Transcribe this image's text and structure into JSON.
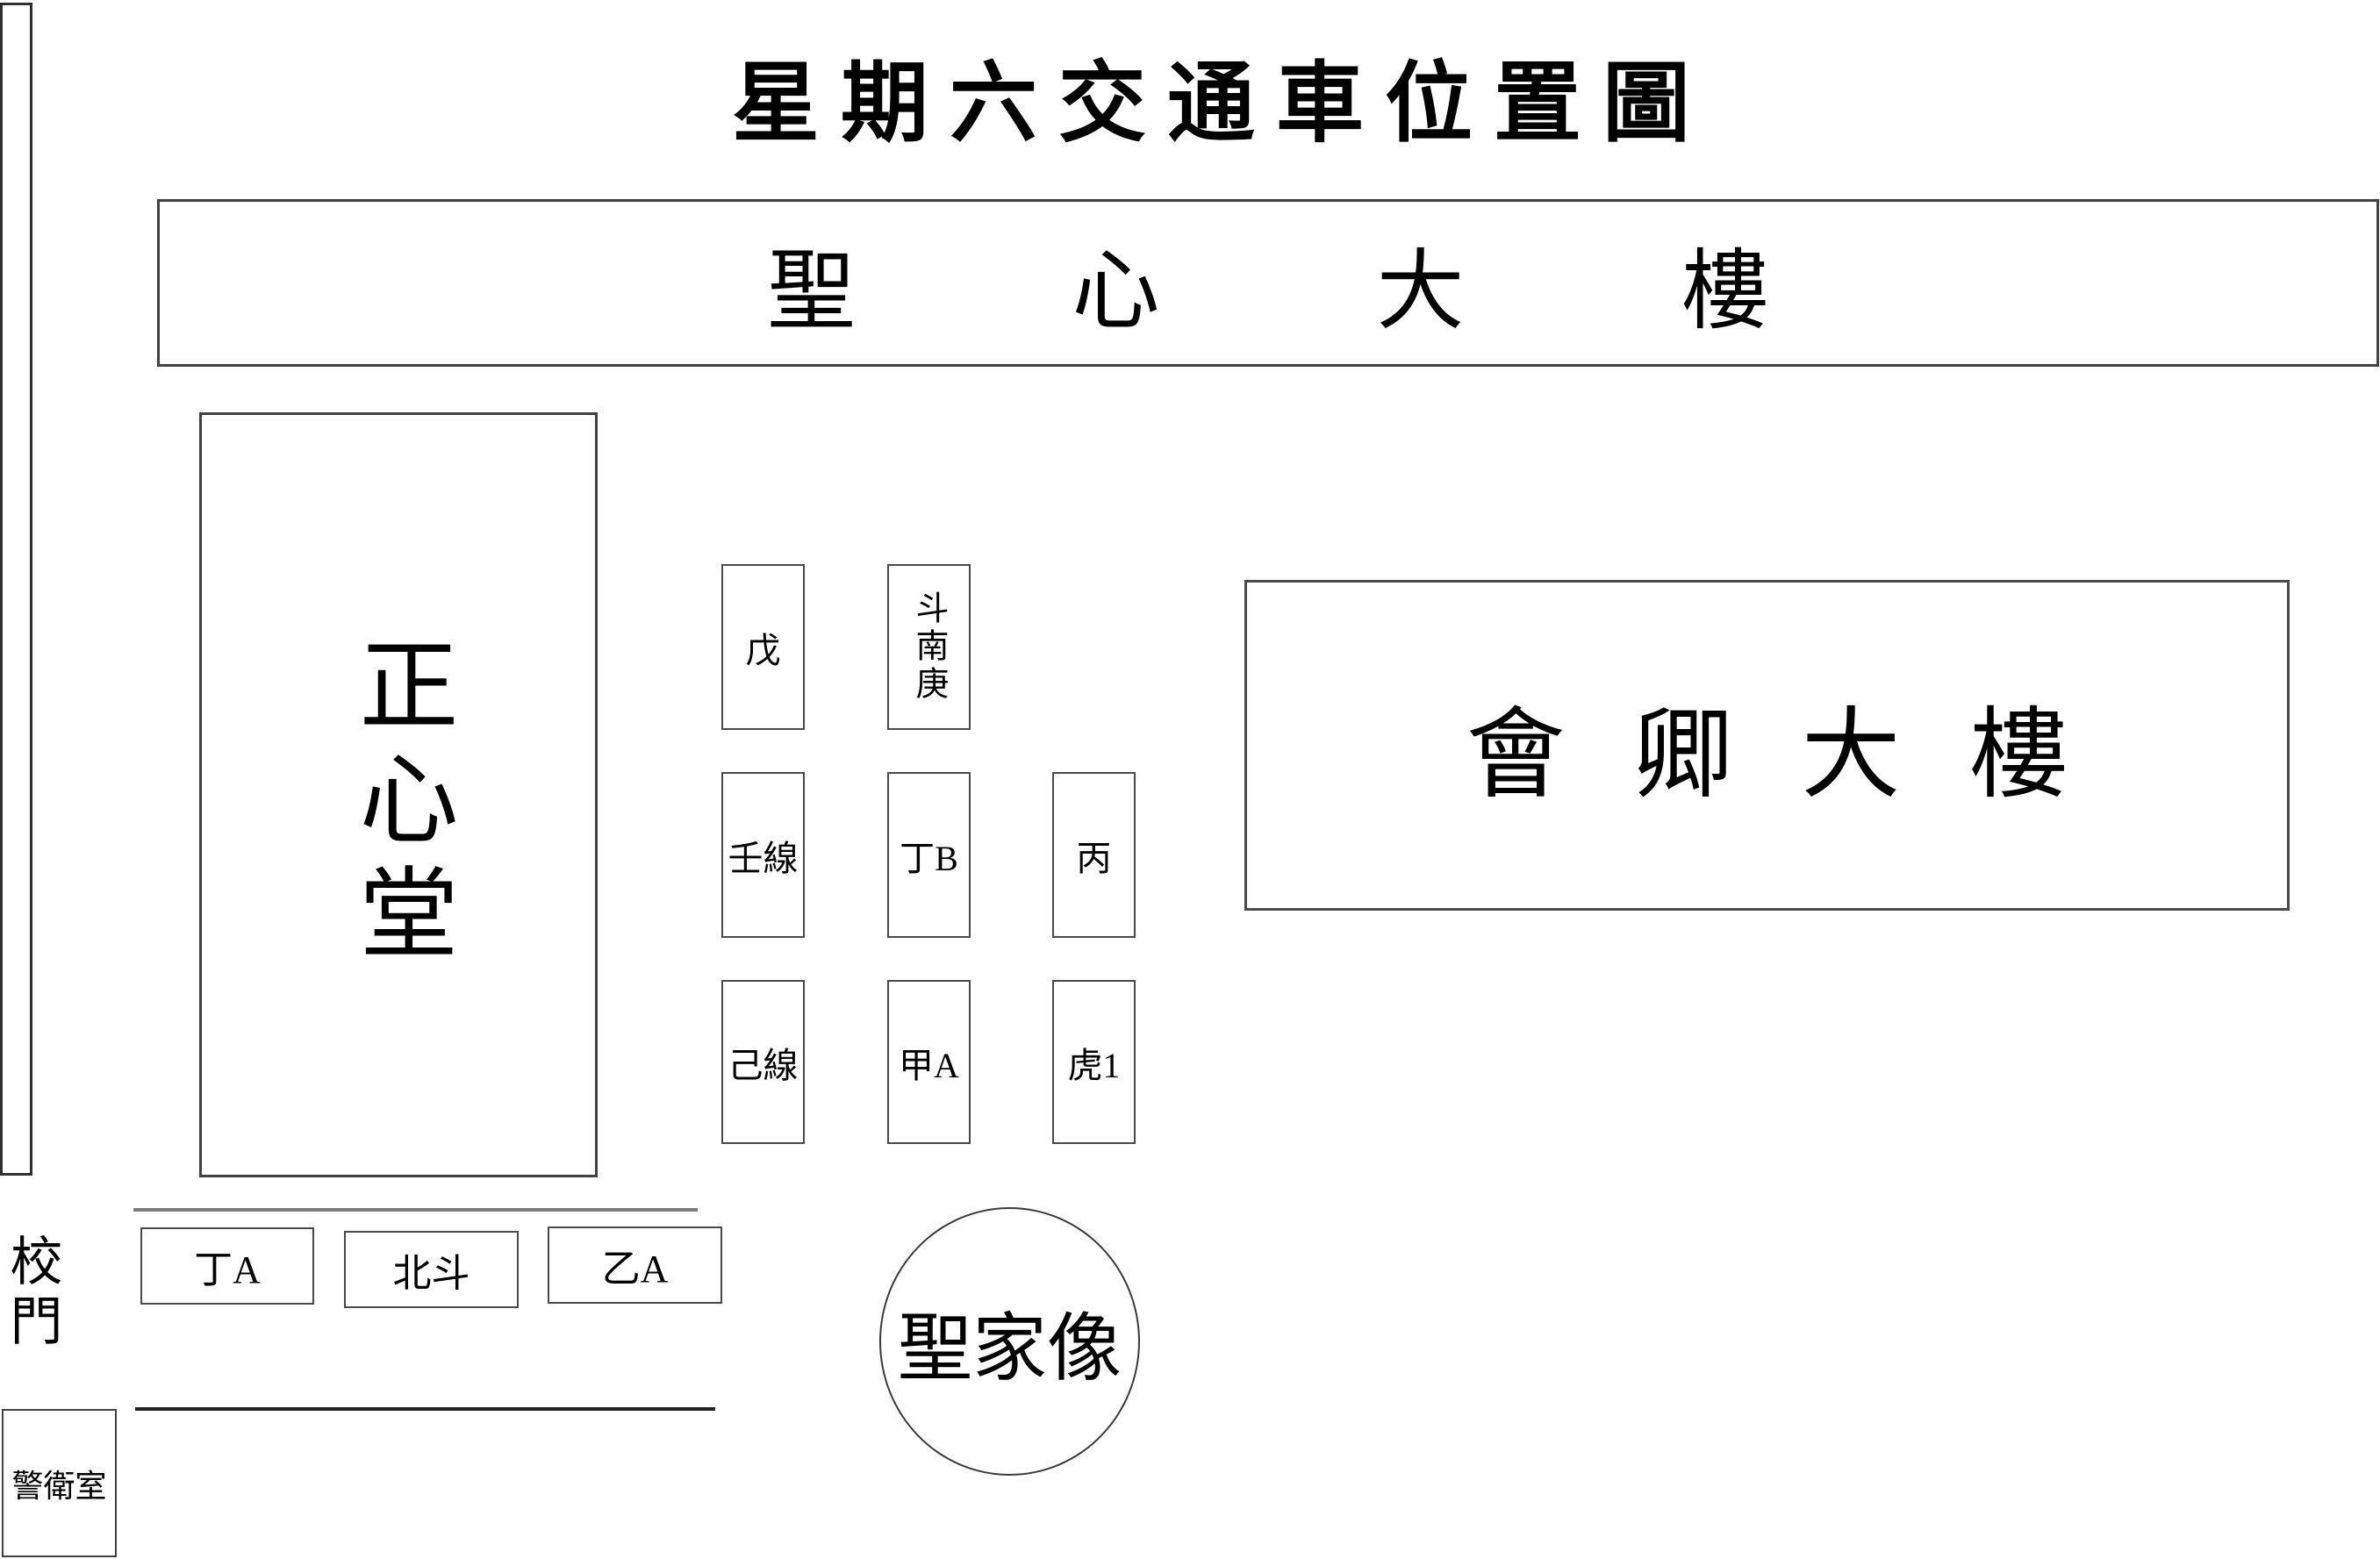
{
  "title": "星期六交通車位置圖",
  "buildings": {
    "shengxin_dalou": "聖心大樓",
    "zhengxintang": "正心堂",
    "huiqing_dalou": "會卿大樓",
    "guard_room": "警衛室",
    "holy_family_statue": "聖家像",
    "school_gate": "校門"
  },
  "bus_stops": {
    "wu": "戊",
    "dou_nan_geng": "斗南庚",
    "ren_xian": "壬線",
    "ding_b": "丁B",
    "bing": "丙",
    "ji_xian": "己線",
    "jia_a": "甲A",
    "hu_1": "虎1",
    "ding_a": "丁A",
    "bei_dou": "北斗",
    "yi_a": "乙A"
  },
  "colors": {
    "ink": "#000000",
    "box_border": "#4a4a4a",
    "road_upper": "#7b7b7b",
    "road_lower": "#222222"
  }
}
